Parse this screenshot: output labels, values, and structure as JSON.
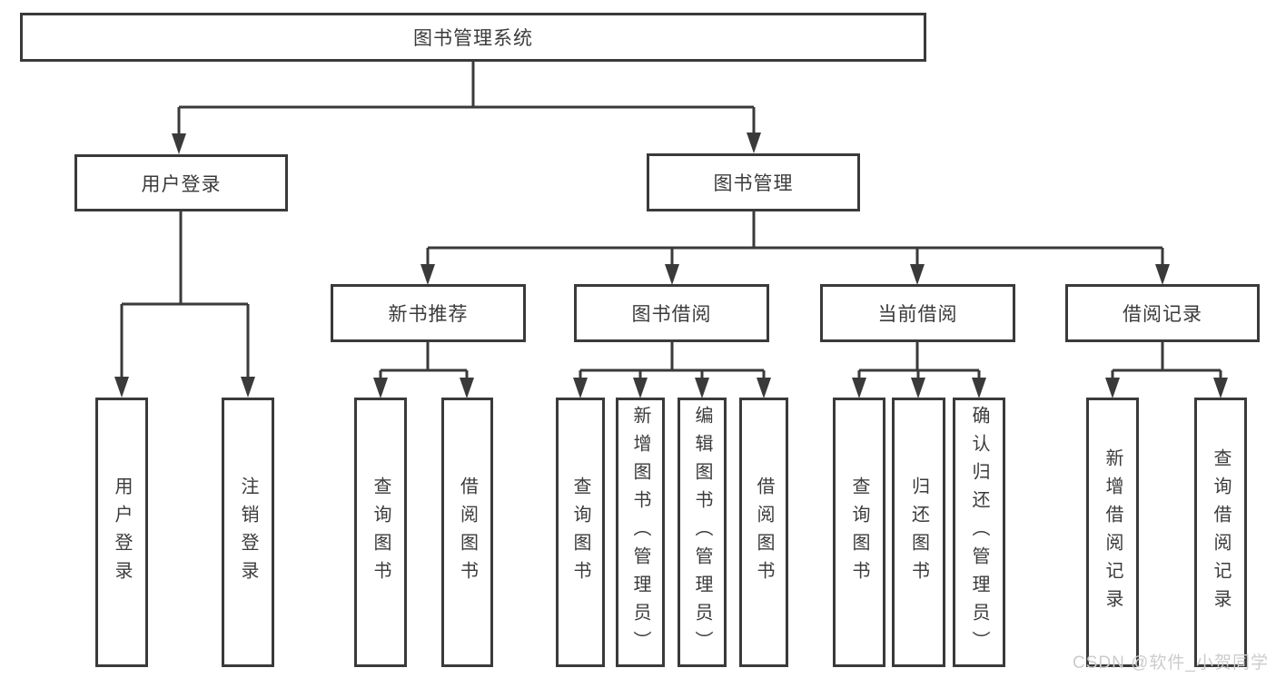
{
  "colors": {
    "line": "#3a3a3a",
    "border": "#3a3a3a",
    "text": "#3b3b3b",
    "watermark": "#cccccc",
    "background": "#ffffff"
  },
  "watermark": "CSDN @软件_小贺同学",
  "diagram": {
    "root": {
      "label": "图书管理系统",
      "children": [
        {
          "label": "用户登录",
          "children": [
            {
              "label": "用户登录"
            },
            {
              "label": "注销登录"
            }
          ]
        },
        {
          "label": "图书管理",
          "children": [
            {
              "label": "新书推荐",
              "children": [
                {
                  "label": "查询图书"
                },
                {
                  "label": "借阅图书"
                }
              ]
            },
            {
              "label": "图书借阅",
              "children": [
                {
                  "label": "查询图书"
                },
                {
                  "label": "新增图书（管理员）"
                },
                {
                  "label": "编辑图书（管理员）"
                },
                {
                  "label": "借阅图书"
                }
              ]
            },
            {
              "label": "当前借阅",
              "children": [
                {
                  "label": "查询图书"
                },
                {
                  "label": "归还图书"
                },
                {
                  "label": "确认归还（管理员）"
                }
              ]
            },
            {
              "label": "借阅记录",
              "children": [
                {
                  "label": "新增借阅记录"
                },
                {
                  "label": "查询借阅记录"
                }
              ]
            }
          ]
        }
      ]
    }
  }
}
